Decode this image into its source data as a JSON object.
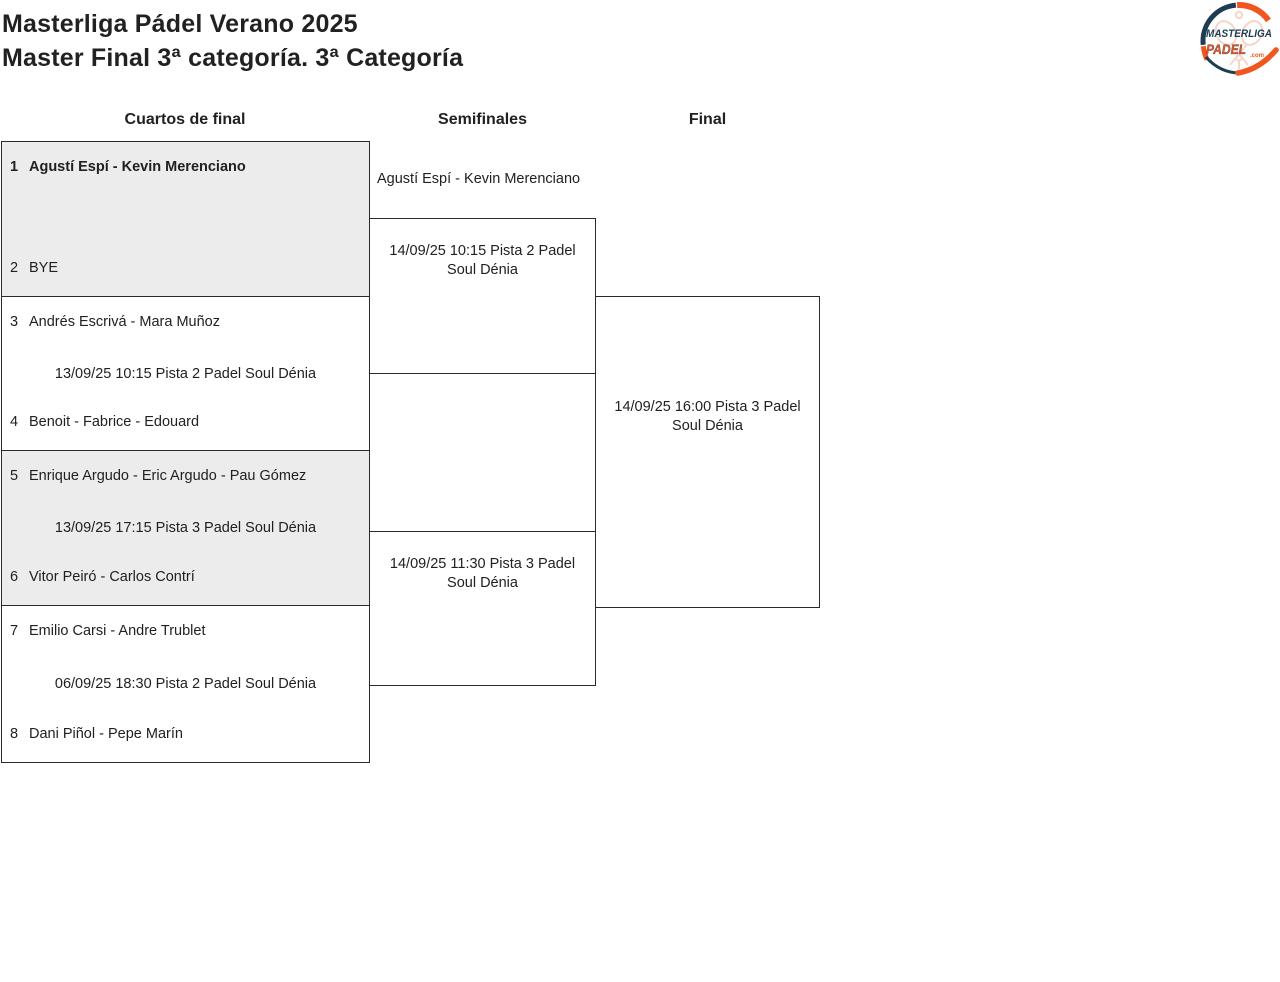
{
  "header": {
    "title_line1": "Masterliga Pádel Verano 2025",
    "title_line2": "Master Final 3ª categoría. 3ª Categoría"
  },
  "logo": {
    "text_top": "MASTERLIGA",
    "text_bottom": "PADEL",
    "text_suffix": ".com",
    "color_navy": "#1e3c52",
    "color_orange": "#f0561d",
    "color_watermark": "#f3cfc2"
  },
  "round_headers": {
    "quarterfinals": "Cuartos de final",
    "semifinals": "Semifinales",
    "final": "Final"
  },
  "quarterfinals": [
    {
      "top_seed": "1",
      "top_team": "Agustí Espí - Kevin Merenciano",
      "schedule": "",
      "bottom_seed": "2",
      "bottom_team": "BYE"
    },
    {
      "top_seed": "3",
      "top_team": "Andrés Escrivá - Mara Muñoz",
      "schedule": "13/09/25 10:15 Pista 2 Padel Soul Dénia",
      "bottom_seed": "4",
      "bottom_team": "Benoit - Fabrice - Edouard"
    },
    {
      "top_seed": "5",
      "top_team": "Enrique Argudo - Eric Argudo - Pau Gómez",
      "schedule": "13/09/25 17:15 Pista 3 Padel Soul Dénia",
      "bottom_seed": "6",
      "bottom_team": "Vitor Peiró - Carlos Contrí"
    },
    {
      "top_seed": "7",
      "top_team": "Emilio Carsi - Andre Trublet",
      "schedule": "06/09/25 18:30 Pista 2 Padel Soul Dénia",
      "bottom_seed": "8",
      "bottom_team": "Dani Piñol - Pepe Marín"
    }
  ],
  "semifinals": [
    {
      "advanced_team": "Agustí Espí - Kevin Merenciano",
      "schedule": "14/09/25 10:15 Pista 2 Padel Soul Dénia"
    },
    {
      "schedule": "14/09/25 11:30 Pista 3 Padel Soul Dénia"
    }
  ],
  "final": {
    "schedule": "14/09/25 16:00 Pista 3 Padel Soul Dénia"
  },
  "colors": {
    "text": "#212121",
    "border": "#2b2b2b",
    "shaded_box": "#ececec"
  }
}
